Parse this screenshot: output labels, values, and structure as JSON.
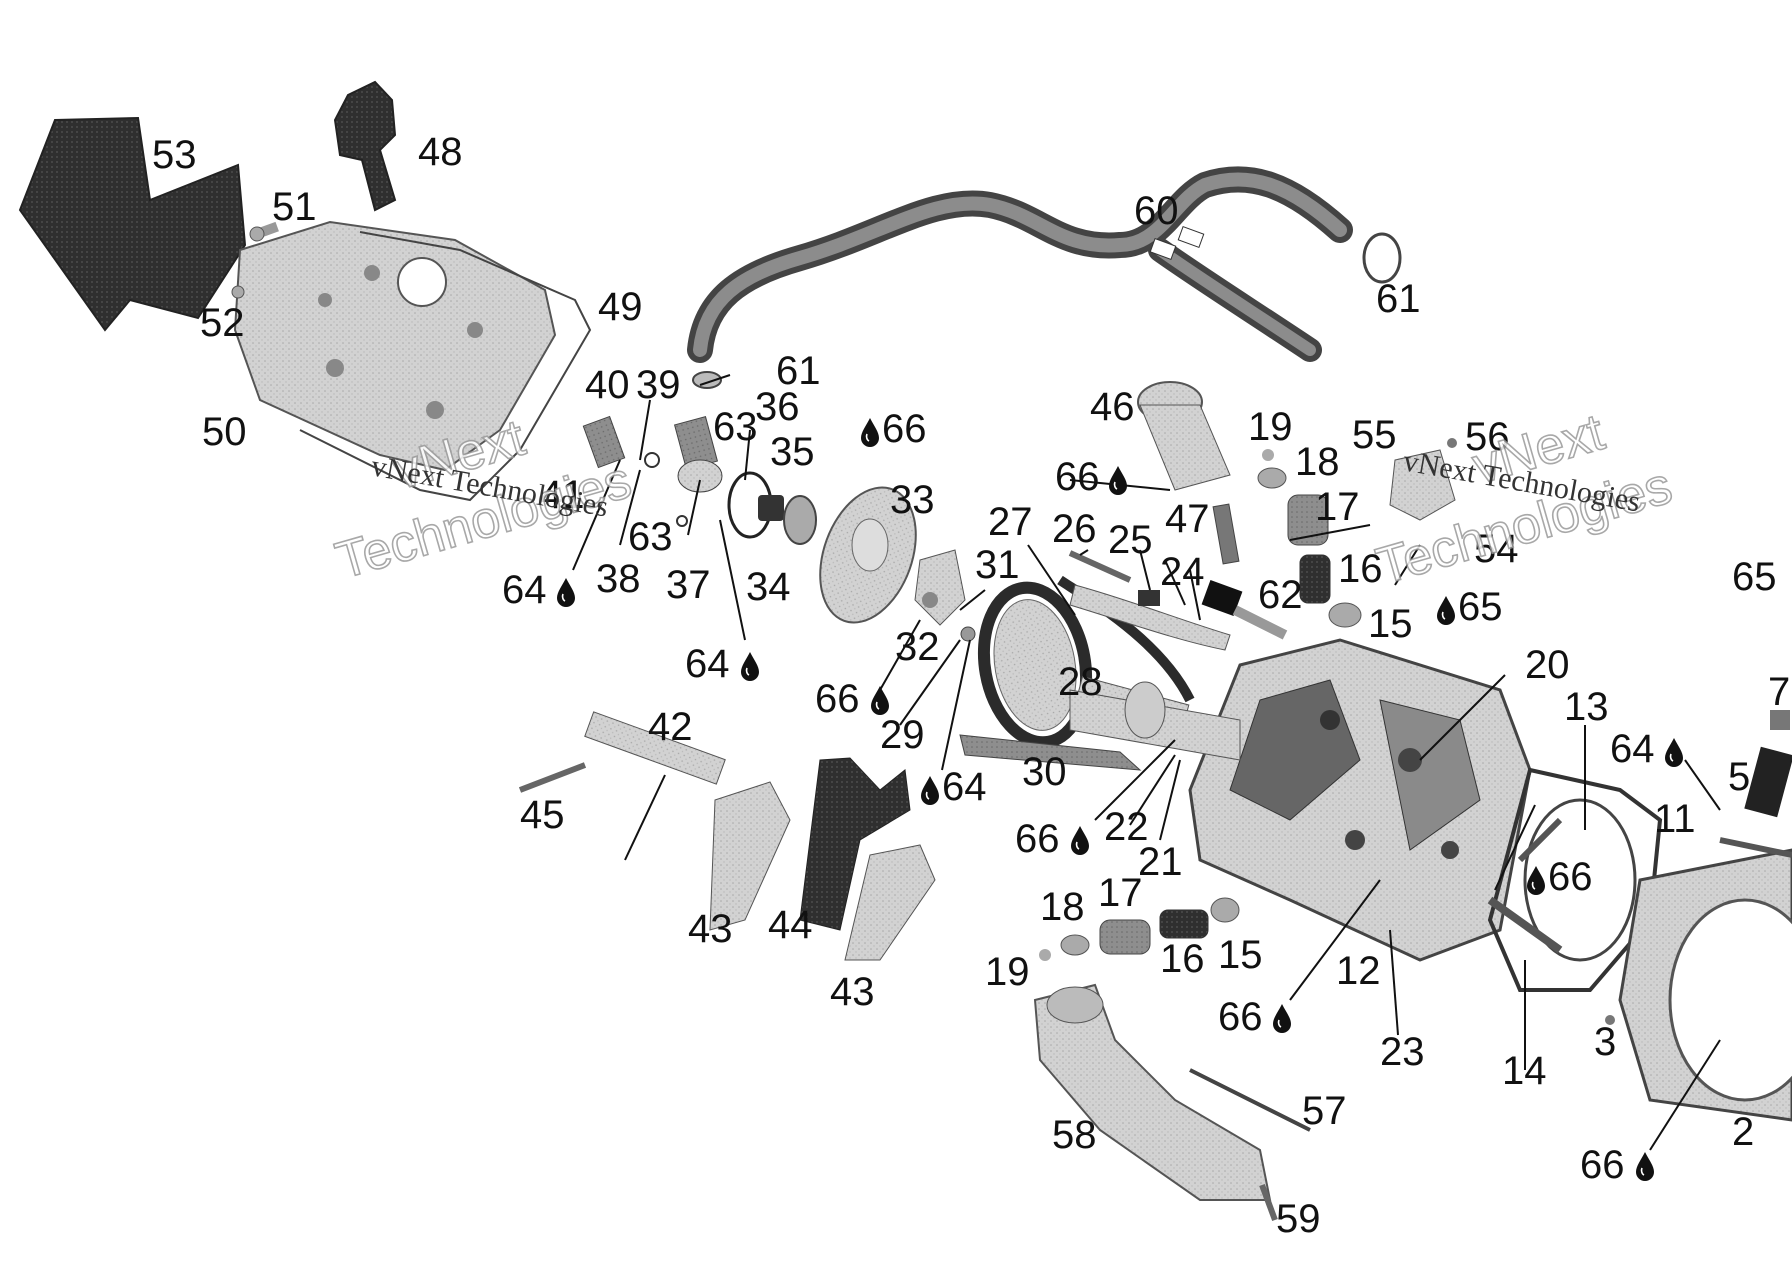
{
  "watermark": {
    "brand_top": "vNext",
    "brand_bottom": "Technologies",
    "brand_full": "vNext Technologies"
  },
  "diagram": {
    "callouts": [
      "2",
      "3",
      "5",
      "7",
      "11",
      "12",
      "13",
      "14",
      "15",
      "16",
      "17",
      "18",
      "19",
      "20",
      "21",
      "22",
      "23",
      "24",
      "25",
      "26",
      "27",
      "28",
      "29",
      "30",
      "31",
      "32",
      "33",
      "34",
      "35",
      "36",
      "37",
      "38",
      "39",
      "40",
      "41",
      "42",
      "43",
      "44",
      "45",
      "46",
      "47",
      "48",
      "49",
      "50",
      "51",
      "52",
      "53",
      "54",
      "55",
      "56",
      "57",
      "58",
      "59",
      "60",
      "61",
      "62",
      "63",
      "64",
      "65",
      "66"
    ],
    "labels": {
      "l53": "53",
      "l48": "48",
      "l51": "51",
      "l52": "52",
      "l49": "49",
      "l50": "50",
      "l60": "60",
      "l61a": "61",
      "l61b": "61",
      "l40": "40",
      "l39": "39",
      "l36": "36",
      "l63a": "63",
      "l35": "35",
      "l66a": "66",
      "l41": "41",
      "l38": "38",
      "l63b": "63",
      "l37": "37",
      "l34": "34",
      "l33": "33",
      "l64a": "64",
      "l64b": "64",
      "l46": "46",
      "l19a": "19",
      "l18a": "18",
      "l66b": "66",
      "l47": "47",
      "l17a": "17",
      "l55": "55",
      "l56": "56",
      "l54": "54",
      "l27": "27",
      "l26": "26",
      "l25": "25",
      "l24": "24",
      "l62": "62",
      "l16a": "16",
      "l15a": "15",
      "l65a": "65",
      "l65b": "65",
      "l31": "31",
      "l32": "32",
      "l66c": "66",
      "l29": "29",
      "l28": "28",
      "l20": "20",
      "l13": "13",
      "l7": "7",
      "l64c": "64",
      "l5": "5",
      "l42": "42",
      "l30": "30",
      "l64d": "64",
      "l45": "45",
      "l66d": "66",
      "l22": "22",
      "l21": "21",
      "l11": "11",
      "l66e": "66",
      "l43a": "43",
      "l44": "44",
      "l18b": "18",
      "l17b": "17",
      "l16b": "16",
      "l15b": "15",
      "l19b": "19",
      "l43b": "43",
      "l12": "12",
      "l66f": "66",
      "l23": "23",
      "l14": "14",
      "l3": "3",
      "l57": "57",
      "l58": "58",
      "l2": "2",
      "l66g": "66",
      "l59": "59"
    }
  },
  "colors": {
    "ink": "#111111",
    "part_fill": "#cfcfcf",
    "part_dark": "#3a3a3a",
    "part_mid": "#9b9b9b",
    "watermark_outline": "#9a9a9a"
  },
  "icons": {
    "drop": "oil-drop-icon"
  }
}
